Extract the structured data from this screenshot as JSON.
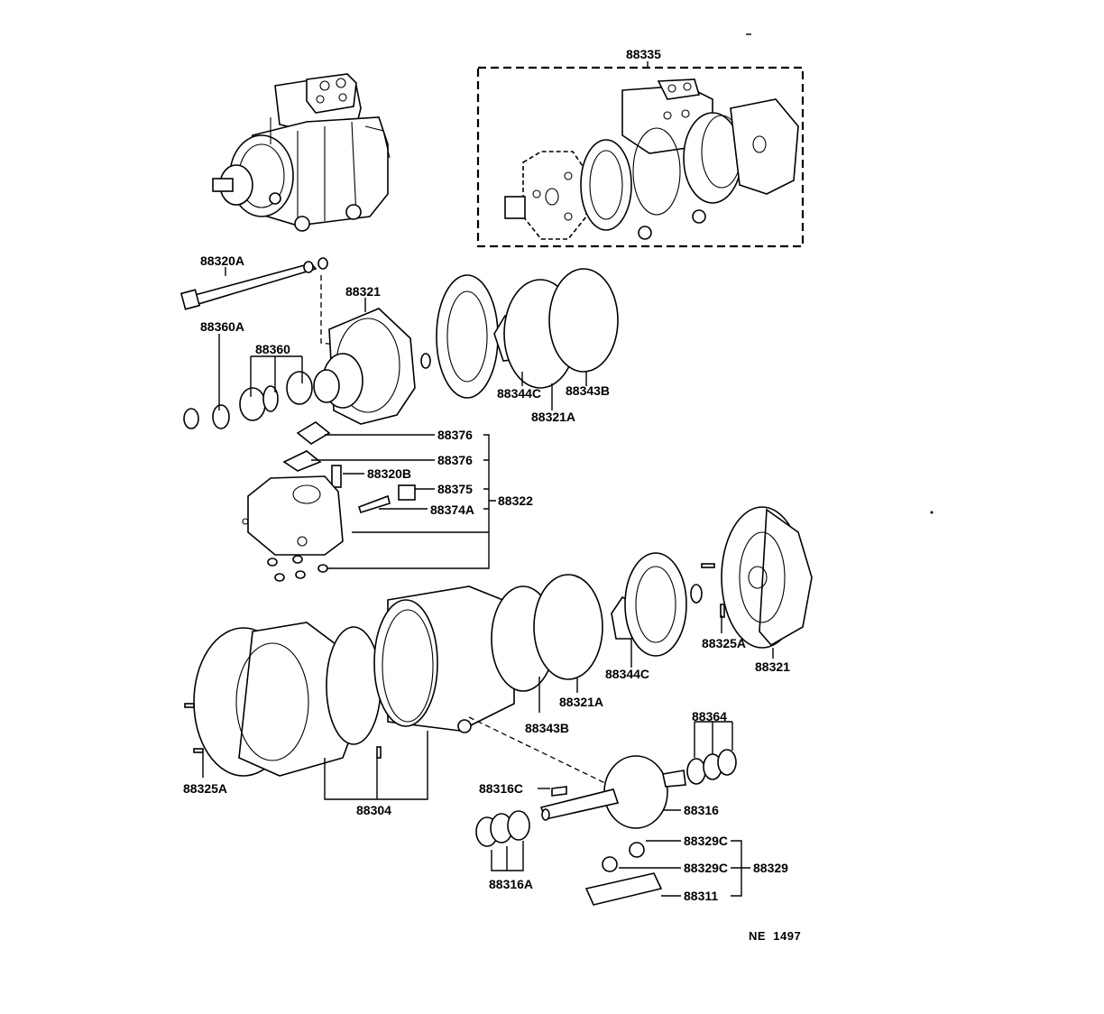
{
  "diagram": {
    "labels": [
      "88335",
      "88320A",
      "88321",
      "88360A",
      "88360",
      "88344C",
      "88343B",
      "88321A",
      "88376",
      "88376",
      "88320B",
      "88375",
      "88374A",
      "88322",
      "88325A",
      "88321",
      "88344C",
      "88321A",
      "88343B",
      "88364",
      "88325A",
      "88304",
      "88316C",
      "88316",
      "88316A",
      "88329C",
      "88329C",
      "88329",
      "88311"
    ],
    "drawing_code": "NE  1497"
  }
}
